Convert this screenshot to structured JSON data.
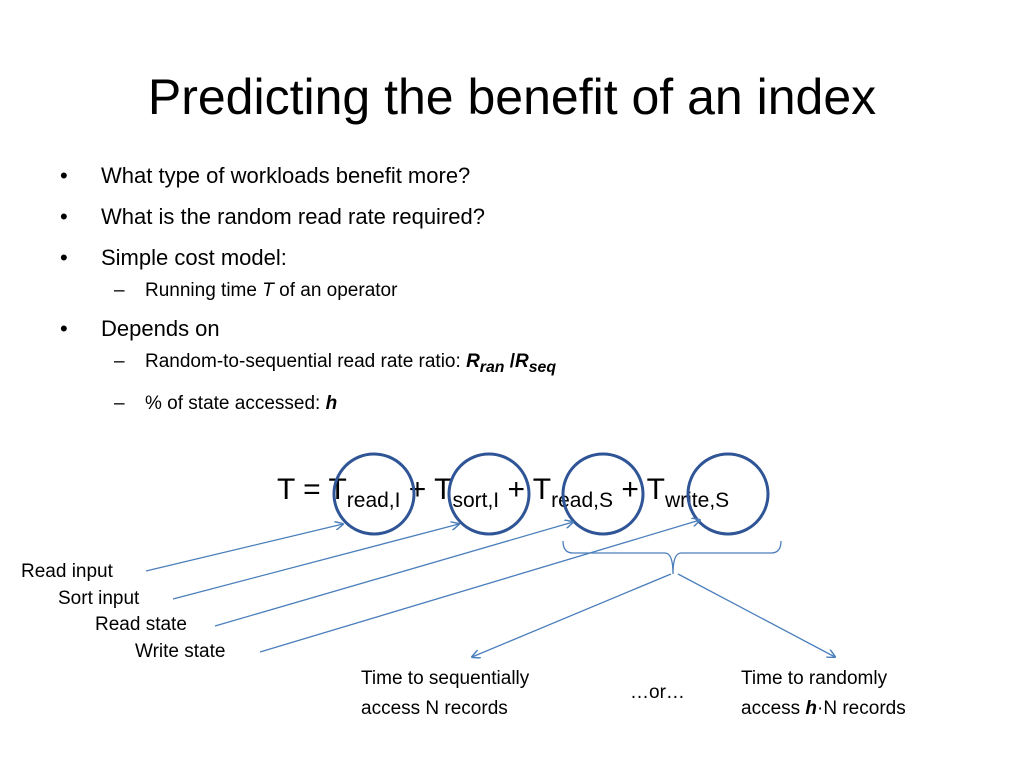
{
  "slide": {
    "title": "Predicting the benefit of an index",
    "bullets": [
      {
        "marker": "•",
        "text": "What type of workloads benefit more?"
      },
      {
        "marker": "•",
        "text": "What is the random read rate required?"
      },
      {
        "marker": "•",
        "text": "Simple cost model:"
      },
      {
        "marker": "–",
        "pre": "Running time ",
        "var": "T",
        "post": " of an operator"
      },
      {
        "marker": "•",
        "text": "Depends on"
      },
      {
        "marker": "–",
        "pre": "Random-to-sequential read rate ratio: ",
        "r1": "R",
        "r1sub": "ran",
        "slash": " /",
        "r2": "R",
        "r2sub": "seq"
      },
      {
        "marker": "–",
        "pre": "% of state accessed: ",
        "var": "h"
      }
    ]
  },
  "formula": {
    "prefix": "T = ",
    "base": "T",
    "plus": " + ",
    "terms": [
      {
        "sub": "read,I"
      },
      {
        "sub": "sort,I"
      },
      {
        "sub": "read,S"
      },
      {
        "sub": "write,S"
      }
    ]
  },
  "labels": {
    "read_input": "Read input",
    "sort_input": "Sort input",
    "read_state": "Read state",
    "write_state": "Write state"
  },
  "outcomes": {
    "left_line1": "Time to sequentially",
    "left_line2": "access N records",
    "middle": "…or…",
    "right_line1": "Time to randomly",
    "right_line2_pre": "access ",
    "right_line2_var": "h",
    "right_line2_post": "·N records"
  },
  "colors": {
    "arrow": "#4a7ebb",
    "circle": "#2f5597"
  }
}
